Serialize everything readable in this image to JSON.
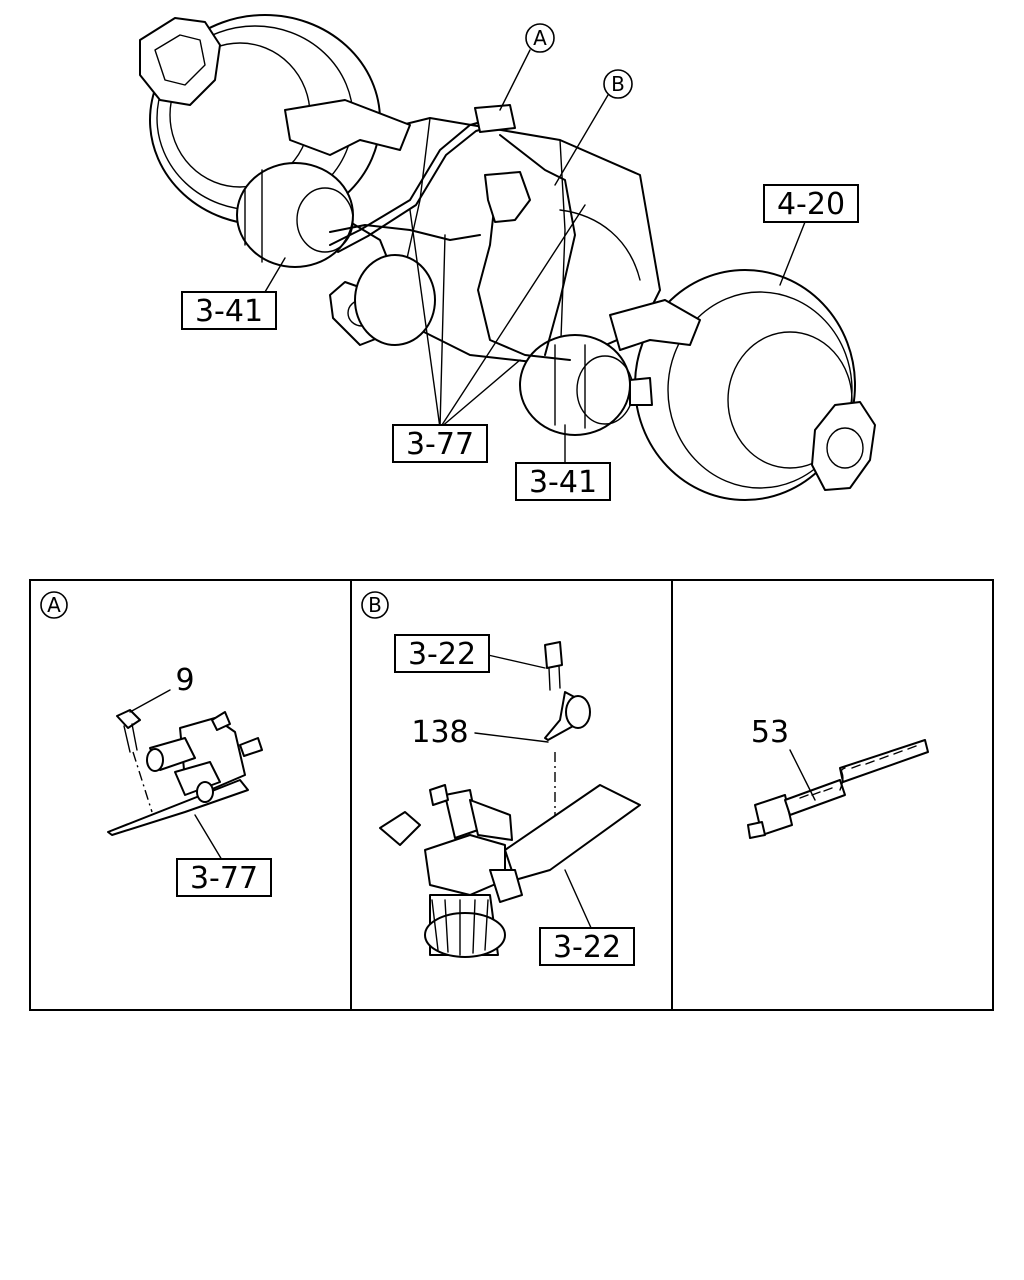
{
  "callouts": {
    "a_marker": "A",
    "b_marker": "B",
    "brake_chamber_left": "3-41",
    "brake_chamber_right": "3-41",
    "axle_assembly": "4-20",
    "pipe_clips": "3-77"
  },
  "panels": {
    "a": {
      "marker": "A",
      "bolt": "9",
      "bracket": "3-77"
    },
    "b": {
      "marker": "B",
      "bolt": "3-22",
      "clip": "138",
      "valve_bracket": "3-22"
    },
    "c": {
      "cable_tie": "53"
    }
  }
}
